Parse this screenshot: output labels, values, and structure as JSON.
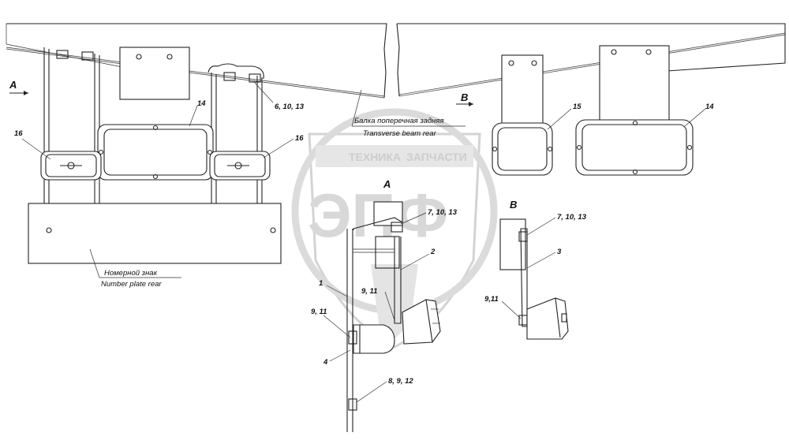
{
  "watermark": {
    "line1": "ТЕХНИКА",
    "line2": "ЗАПЧАСТИ",
    "logo_letters": "ЭПФ"
  },
  "views": {
    "a_arrow": "А",
    "b_arrow": "В",
    "a_title": "А",
    "b_title": "В"
  },
  "labels": {
    "beam_ru": "Балка поперечная задняя",
    "beam_en": "Transverse beam rear",
    "plate_ru": "Номерной знак",
    "plate_en": "Number plate rear"
  },
  "callouts": {
    "c16_left": "16",
    "c16_right": "16",
    "c14_left": "14",
    "c6_10_13": "6, 10, 13",
    "c15": "15",
    "c14_right": "14",
    "c7_10_13_a": "7, 10, 13",
    "c2": "2",
    "c1": "1",
    "c9_11_a_top": "9, 11",
    "c9_11_a_left": "9, 11",
    "c4": "4",
    "c8_9_12": "8, 9, 12",
    "c7_10_13_b": "7, 10, 13",
    "c3": "3",
    "c9_11_b": "9,11"
  }
}
